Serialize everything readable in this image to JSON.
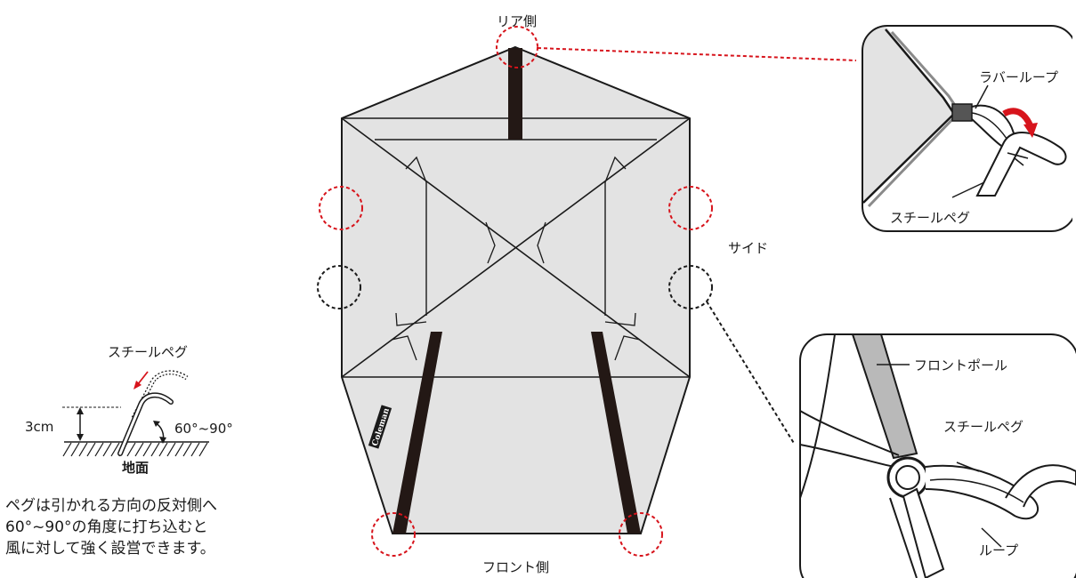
{
  "labels": {
    "rear": "リア側",
    "front": "フロント側",
    "side": "サイド",
    "rubber_loop": "ラバーループ",
    "steel_peg_top": "スチールペグ",
    "front_pole": "フロントポール",
    "steel_peg_bottom": "スチールペグ",
    "loop": "ループ",
    "peg_diagram_title": "スチールペグ",
    "depth": "3cm",
    "angle": "60°~90°",
    "ground": "地面",
    "brand": "Coleman"
  },
  "note": {
    "line1": "ペグは引かれる方向の反対側へ",
    "line2": "60°~90°の角度に打ち込むと",
    "line3": "風に対して強く設営できます。"
  },
  "colors": {
    "tent_fill": "#e3e3e3",
    "outline": "#1a1a1a",
    "strap": "#231815",
    "red_marker": "#d7141c"
  }
}
